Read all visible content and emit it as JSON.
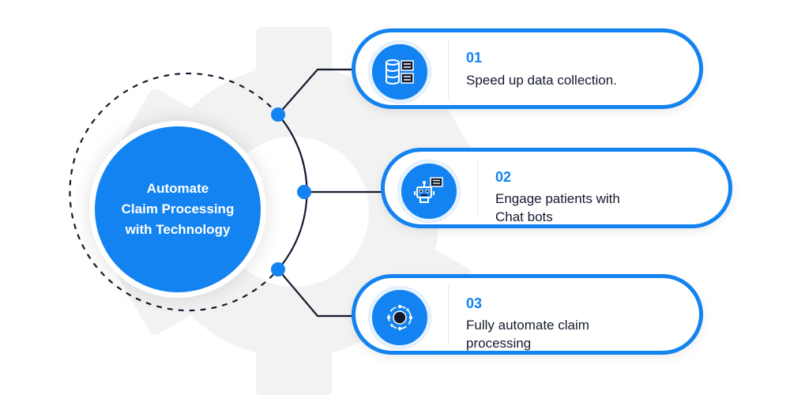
{
  "hub": {
    "title": "Automate\nClaim Processing\nwith Technology"
  },
  "items": [
    {
      "number": "01",
      "text": "Speed up data collection.",
      "icon": "database-document-icon"
    },
    {
      "number": "02",
      "text": "Engage patients with\nChat bots",
      "icon": "chatbot-icon"
    },
    {
      "number": "03",
      "text": "Fully automate claim\nprocessing",
      "icon": "automation-network-icon"
    }
  ],
  "colors": {
    "accent": "#1283f0",
    "dark": "#141a2e",
    "gear": "#f2f2f2",
    "white": "#ffffff"
  }
}
